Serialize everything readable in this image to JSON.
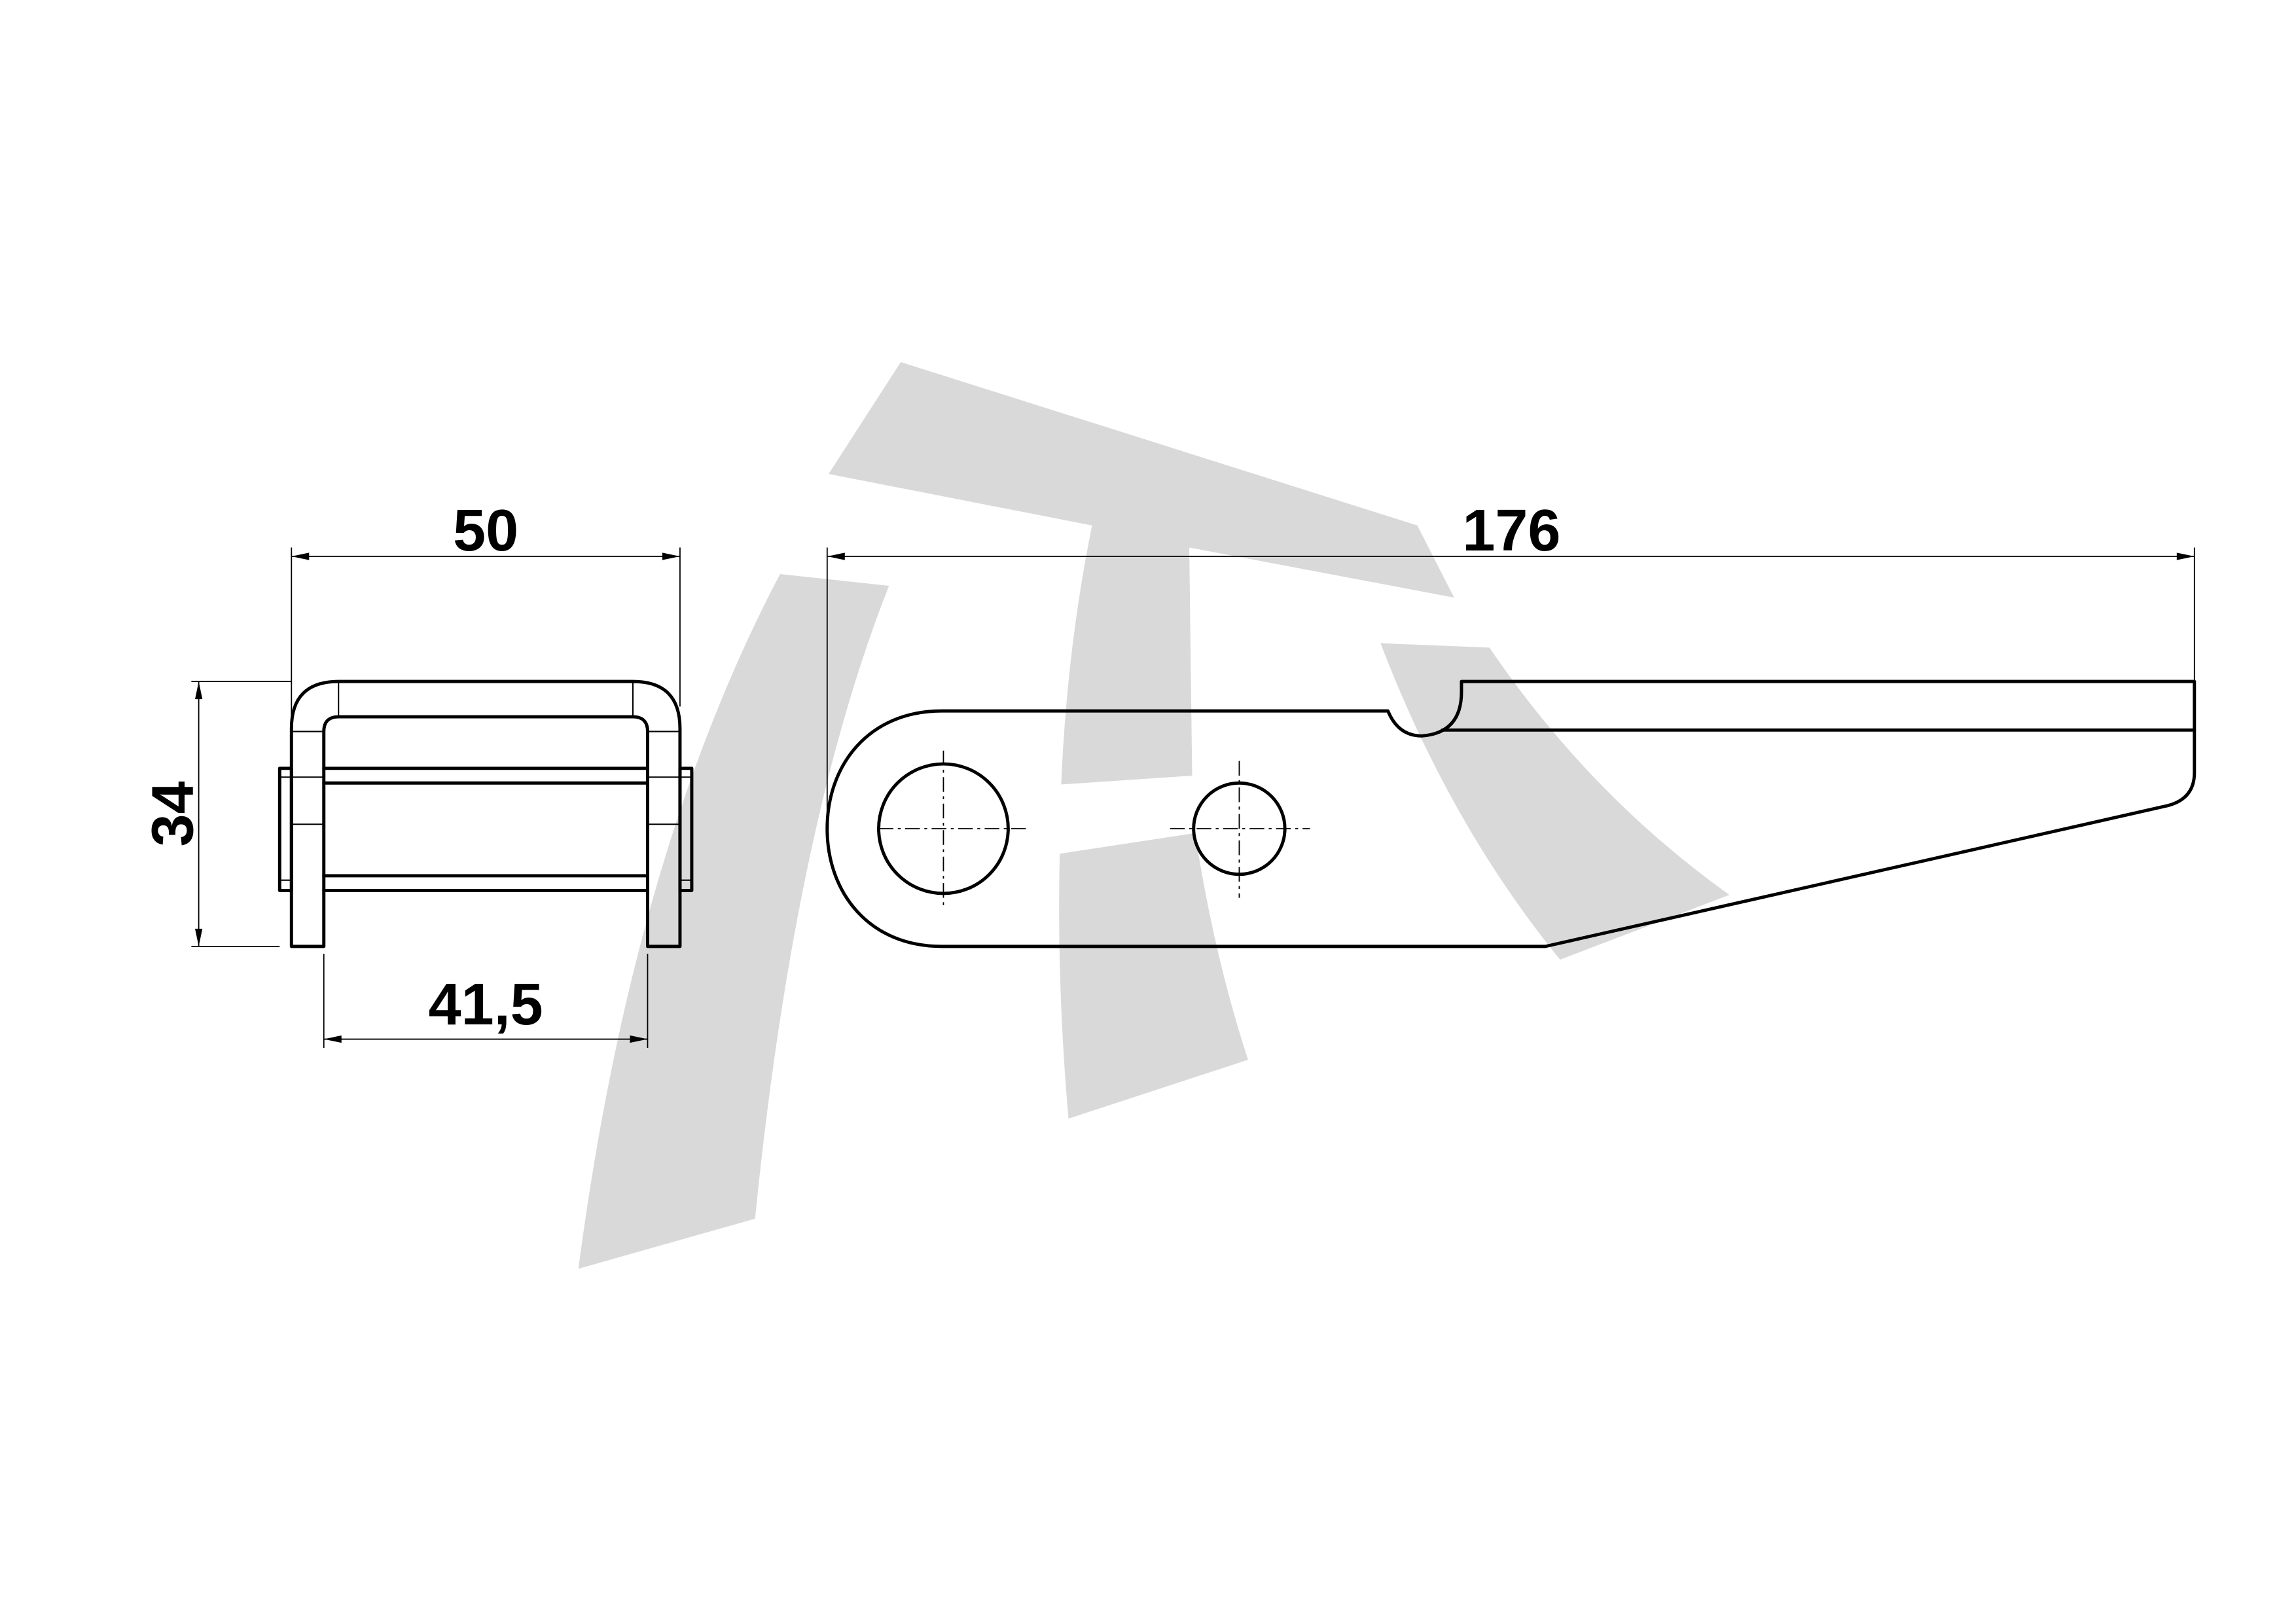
{
  "drawing": {
    "dimensions": {
      "width_top": "50",
      "height": "34",
      "inner_width": "41,5",
      "length": "176"
    },
    "watermark_logo": "JT",
    "colors": {
      "line": "#000000",
      "watermark": "#d9d9d9"
    }
  }
}
